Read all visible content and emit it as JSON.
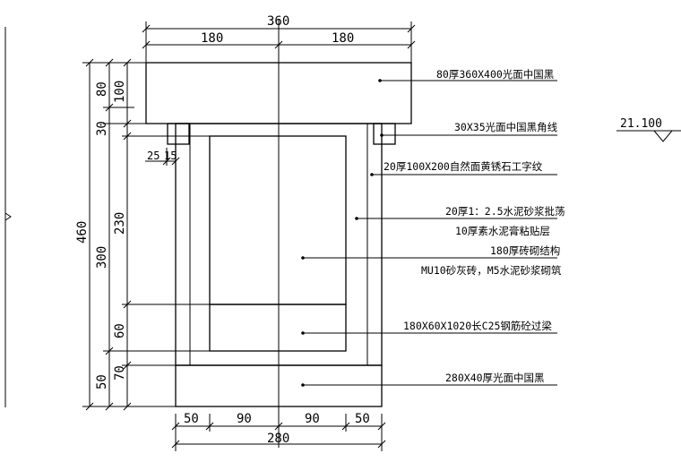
{
  "dims_top": {
    "total": "360",
    "left_half": "180",
    "right_half": "180"
  },
  "dims_bottom": {
    "d1": "50",
    "d2": "90",
    "d3": "90",
    "d4": "50",
    "total": "280"
  },
  "dims_left": {
    "overall": "460",
    "outer_top": "80",
    "outer_mid": "300",
    "outer_bot": "50",
    "inner_top": "100",
    "inner_30": "30",
    "inner_230": "230",
    "inner_60": "60",
    "inner_70": "70",
    "small_25": "25",
    "small_15": "15"
  },
  "labels": {
    "cap": "80厚360X400光面中国黑",
    "corner": "30X35光面中国黑角线",
    "facing": "20厚100X200自然面黄锈石工字纹",
    "mortar": "20厚1：2.5水泥砂浆批荡",
    "paste": "10厚素水泥膏粘贴层",
    "brick": "180厚砖砌结构",
    "brick2": "MU10砂灰砖，M5水泥砂浆砌筑",
    "beam": "180X60X1020长C25钢筋砼过梁",
    "base": "280X40厚光面中国黑"
  },
  "elevation": {
    "value": "21.100"
  }
}
